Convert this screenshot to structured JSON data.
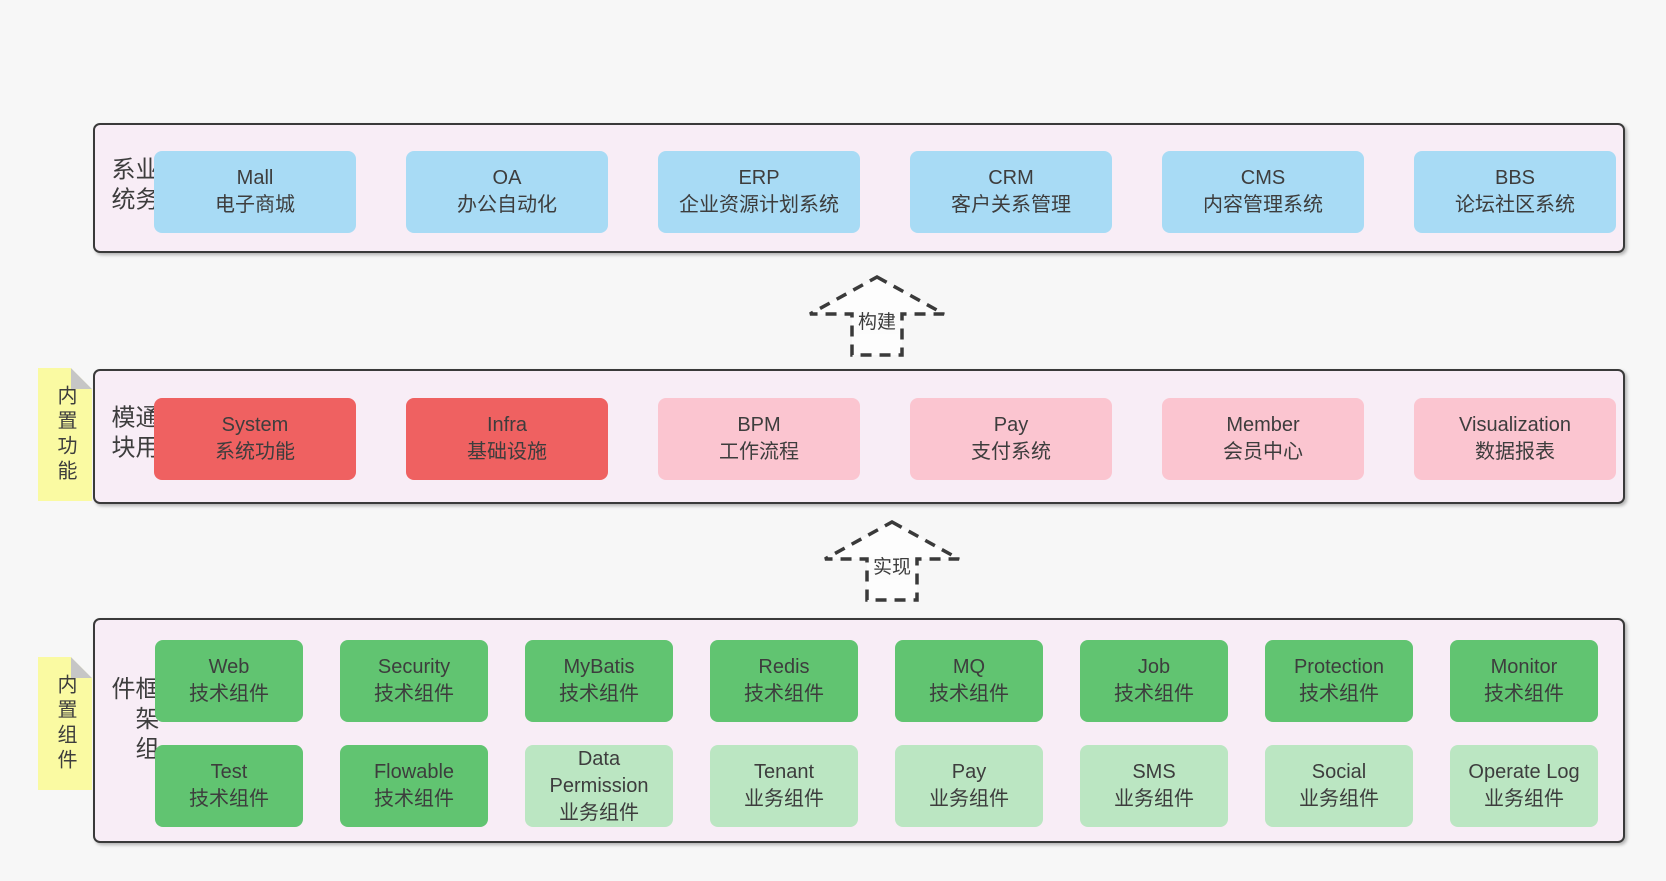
{
  "colors": {
    "page_bg": "#f7f7f7",
    "layer_bg": "#f8edf6",
    "layer_border": "#3a3a3a",
    "box_blue": "#a8dbf5",
    "box_red": "#ef6161",
    "box_pink": "#fbc5d0",
    "box_green_dark": "#61c471",
    "box_green_light": "#bbe6c2",
    "note_yellow": "#fafaa2",
    "note_fold_gray": "#c6c6c6",
    "text": "#3d3d3d"
  },
  "layers": [
    {
      "id": "business-systems",
      "label": "业务系统",
      "boxes": [
        {
          "title": "Mall",
          "subtitle": "电子商城"
        },
        {
          "title": "OA",
          "subtitle": "办公自动化"
        },
        {
          "title": "ERP",
          "subtitle": "企业资源计划系统"
        },
        {
          "title": "CRM",
          "subtitle": "客户关系管理"
        },
        {
          "title": "CMS",
          "subtitle": "内容管理系统"
        },
        {
          "title": "BBS",
          "subtitle": "论坛社区系统"
        }
      ]
    },
    {
      "id": "common-modules",
      "label": "通用模块",
      "note": "内置功能",
      "boxes": [
        {
          "title": "System",
          "subtitle": "系统功能"
        },
        {
          "title": "Infra",
          "subtitle": "基础设施"
        },
        {
          "title": "BPM",
          "subtitle": "工作流程"
        },
        {
          "title": "Pay",
          "subtitle": "支付系统"
        },
        {
          "title": "Member",
          "subtitle": "会员中心"
        },
        {
          "title": "Visualization",
          "subtitle": "数据报表"
        }
      ]
    },
    {
      "id": "framework-components",
      "label": "框架组件",
      "note": "内置组件",
      "boxes": [
        {
          "title": "Web",
          "subtitle": "技术组件"
        },
        {
          "title": "Security",
          "subtitle": "技术组件"
        },
        {
          "title": "MyBatis",
          "subtitle": "技术组件"
        },
        {
          "title": "Redis",
          "subtitle": "技术组件"
        },
        {
          "title": "MQ",
          "subtitle": "技术组件"
        },
        {
          "title": "Job",
          "subtitle": "技术组件"
        },
        {
          "title": "Protection",
          "subtitle": "技术组件"
        },
        {
          "title": "Monitor",
          "subtitle": "技术组件"
        },
        {
          "title": "Test",
          "subtitle": "技术组件"
        },
        {
          "title": "Flowable",
          "subtitle": "技术组件"
        },
        {
          "title": "Data\nPermission",
          "subtitle": "业务组件"
        },
        {
          "title": "Tenant",
          "subtitle": "业务组件"
        },
        {
          "title": "Pay",
          "subtitle": "业务组件"
        },
        {
          "title": "SMS",
          "subtitle": "业务组件"
        },
        {
          "title": "Social",
          "subtitle": "业务组件"
        },
        {
          "title": "Operate Log",
          "subtitle": "业务组件"
        }
      ]
    }
  ],
  "arrows": [
    {
      "label": "构建"
    },
    {
      "label": "实现"
    }
  ]
}
